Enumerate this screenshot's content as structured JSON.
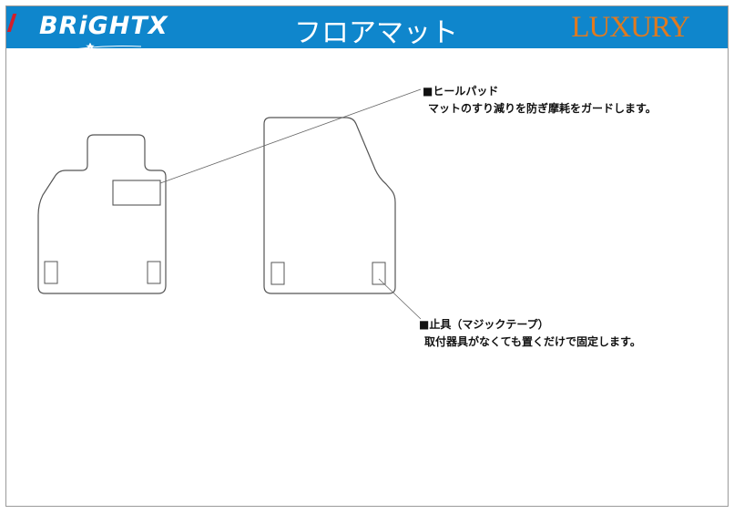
{
  "header": {
    "brand": "BRiGHTX",
    "title": "フロアマット",
    "badge": "LUXURY",
    "colors": {
      "bar": "#0f86cc",
      "badge": "#e07a1f",
      "brand_accent": "#d21f2a"
    }
  },
  "annotations": {
    "heel_pad": {
      "title": "■ヒールパッド",
      "description": "マットのすり減りを防ぎ摩耗をガードします。"
    },
    "fastener": {
      "title": "■止具（マジックテープ）",
      "description": "取付器具がなくても置くだけで固定します。"
    }
  }
}
